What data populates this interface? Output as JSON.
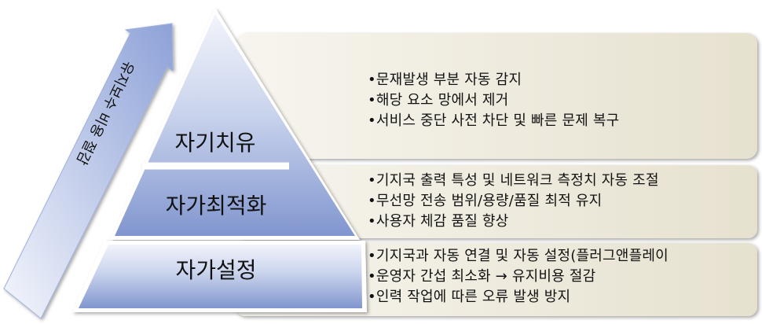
{
  "arrow": {
    "label": "유지보수 비용 절감"
  },
  "tiers": [
    {
      "label": "자기치유",
      "bullets": [
        "•문재발생 부분 자동 감지",
        "•해당 요소 망에서 제거",
        "•서비스 중단 사전 차단 및 빠른 문제 복구"
      ]
    },
    {
      "label": "자가최적화",
      "bullets": [
        "•기지국 출력 특성 및 네트워크 측정치 자동 조절",
        "•무선망 전송 범위/용량/품질 최적 유지",
        "•사용자 체감 품질 향상"
      ]
    },
    {
      "label": "자가설정",
      "bullets": [
        "•기지국과 자동 연결 및 자동 설정(플러그앤플레이",
        "•운영자 간섭 최소화 → 유지비용 절감",
        "•인력 작업에 따른 오류 발생 방지"
      ]
    }
  ],
  "colors": {
    "panel": "#eeeadb",
    "pyramid_light": "#e4e8f5",
    "pyramid_dark": "#8fa3d6",
    "arrow_light": "#eef1fa",
    "arrow_dark": "#8fa3d8"
  }
}
